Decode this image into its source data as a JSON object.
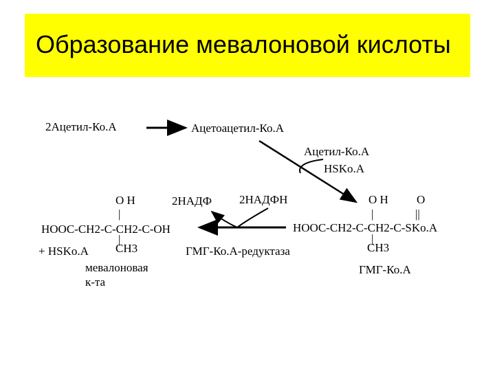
{
  "slide": {
    "title": "Образование мевалоновой кислоты",
    "title_bg_color": "#ffff00"
  },
  "scheme": {
    "start": "2Ацетил-Ко.А",
    "acetoacetyl": "Ацетоацетил-Ко.А",
    "acetyl_in": "Ацетил-Ко.А",
    "hskoa_out": "HSKo.A",
    "hmg_oh": "O H",
    "hmg_o": "O",
    "hmg_bar": "|",
    "hmg_dbl": "||",
    "hmg_chain": "HOOC-CH2-C-CH2-C-SKo.A",
    "hmg_bar2": "|",
    "hmg_ch3": "CH3",
    "hmg_name": "ГМГ-Ко.А",
    "nadph": "2НАДФН",
    "nadp": "2НАДФ",
    "enzyme": "ГМГ-Ко.А-редуктаза",
    "mev_oh": "O H",
    "mev_bar": "|",
    "mev_chain": "HOOC-CH2-C-CH2-C-OH",
    "mev_bar2": "|",
    "mev_ch3": "CH3",
    "hskoa_plus": "+ HSKo.A",
    "mev_name_1": "мевалоновая",
    "mev_name_2": "к-та"
  }
}
